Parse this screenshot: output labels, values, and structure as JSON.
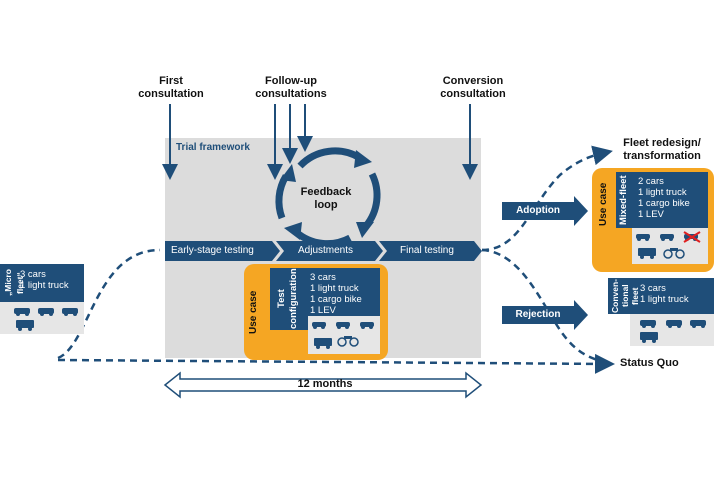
{
  "headers": {
    "first": [
      "First",
      "consultation"
    ],
    "followup": [
      "Follow-up",
      "consultations"
    ],
    "conversion": [
      "Conversion",
      "consultation"
    ],
    "fleet_redesign": [
      "Fleet redesign/",
      "transformation"
    ]
  },
  "trial_framework": "Trial framework",
  "feedback_loop": [
    "Feedback",
    "loop"
  ],
  "stages": {
    "early": "Early-stage testing",
    "adjustments": "Adjustments",
    "final": "Final testing"
  },
  "micro_fleet": {
    "label": "„Micro fleet“",
    "lines": [
      "3 cars",
      "1 light truck"
    ]
  },
  "test_config": {
    "use_case": "Use case",
    "title": [
      "Test",
      "configuration"
    ],
    "lines": [
      "3 cars",
      "1 light truck",
      "1 cargo bike",
      "1 LEV"
    ]
  },
  "adoption": "Adoption",
  "rejection": "Rejection",
  "mixed_fleet": {
    "use_case": "Use case",
    "title": "Mixed-fleet",
    "lines": [
      "2 cars",
      "1 light truck",
      "1 cargo bike",
      "1 LEV"
    ]
  },
  "conventional": {
    "title": [
      "Conven-",
      "tional fleet"
    ],
    "lines": [
      "3 cars",
      "1 light truck"
    ]
  },
  "status_quo": "Status Quo",
  "duration": "12 months",
  "colors": {
    "navy": "#1f4e79",
    "gray": "#dcdcdc",
    "orange": "#f5a623",
    "lightgray": "#e6e6e6"
  }
}
